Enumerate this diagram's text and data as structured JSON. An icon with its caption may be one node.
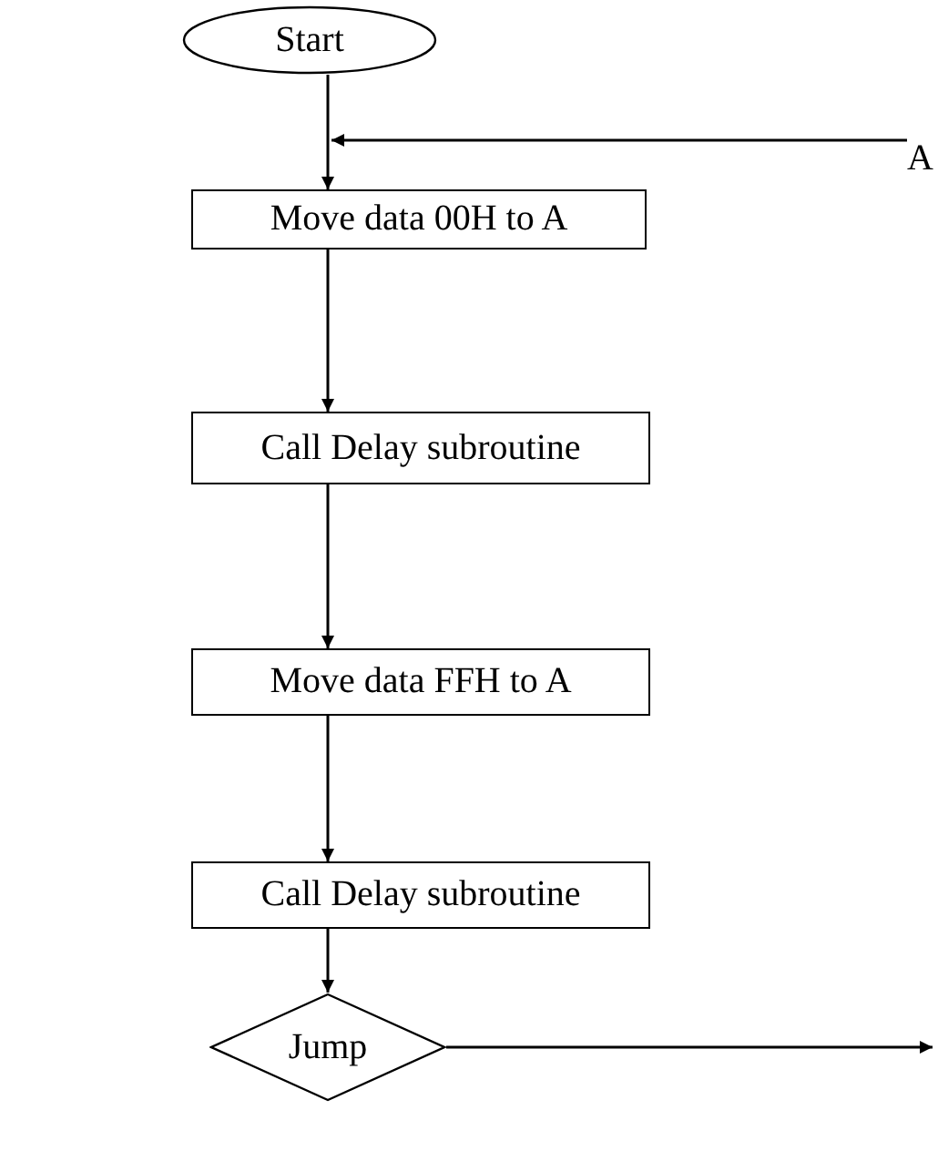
{
  "diagram": {
    "nodes": [
      {
        "text": [
          "Start"
        ]
      },
      {
        "text": [
          "Move data 00H to A"
        ]
      },
      {
        "text": [
          "Call Delay subroutine"
        ]
      },
      {
        "text": [
          "Move data FFH to A"
        ]
      },
      {
        "text": [
          "Call Delay subroutine"
        ]
      },
      {
        "text": [
          "Jump"
        ]
      },
      {
        "text": [
          "A"
        ]
      }
    ],
    "edges": [
      {
        "from": 0,
        "to": 1,
        "arrow": "to"
      },
      {
        "from": 1,
        "to": 2,
        "arrow": "to"
      },
      {
        "from": 2,
        "to": 3,
        "arrow": "to"
      },
      {
        "from": 3,
        "to": 4,
        "arrow": "to"
      },
      {
        "from": 4,
        "to": 5,
        "arrow": "to"
      },
      {
        "from": 5,
        "to": null,
        "arrow": "to"
      },
      {
        "from": 6,
        "to": 1,
        "arrow": "to"
      }
    ]
  }
}
